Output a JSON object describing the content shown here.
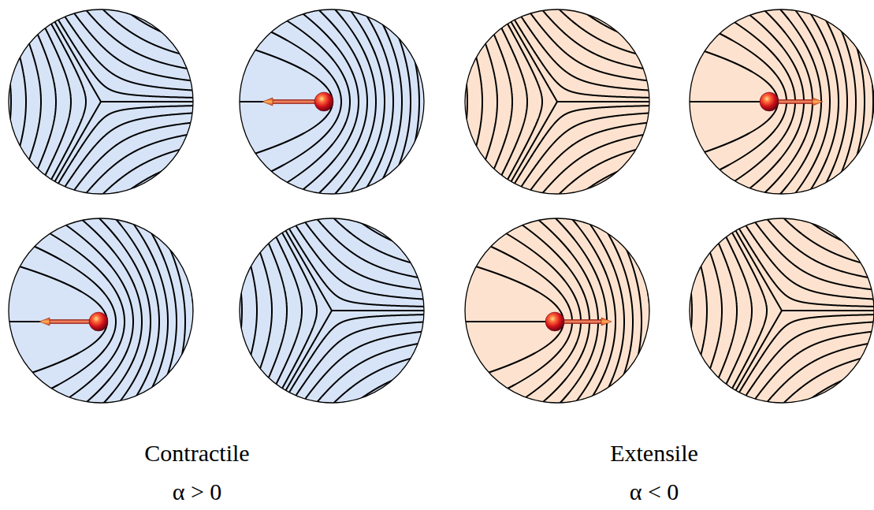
{
  "diagram": {
    "labels": [
      "Contractile",
      "α > 0",
      "Extensile",
      "α < 0"
    ]
  }
}
